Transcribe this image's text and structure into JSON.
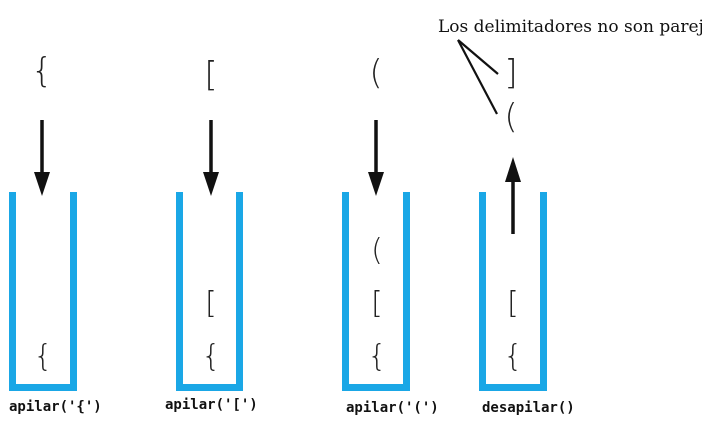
{
  "note": {
    "text": "Los delimitadores no son pareja"
  },
  "colors": {
    "stack": "#1aa7e6",
    "ink": "#111111"
  },
  "steps": [
    {
      "incoming": "{",
      "direction": "push",
      "stack_contents": [
        "{"
      ],
      "operation": "apilar('{')"
    },
    {
      "incoming": "[",
      "direction": "push",
      "stack_contents": [
        "{",
        "["
      ],
      "operation": "apilar('[')"
    },
    {
      "incoming": "(",
      "direction": "push",
      "stack_contents": [
        "{",
        "[",
        "("
      ],
      "operation": "apilar('(')"
    },
    {
      "compare_top": "]",
      "popped": "(",
      "direction": "pop",
      "stack_contents": [
        "{",
        "["
      ],
      "operation": "desapilar()"
    }
  ]
}
